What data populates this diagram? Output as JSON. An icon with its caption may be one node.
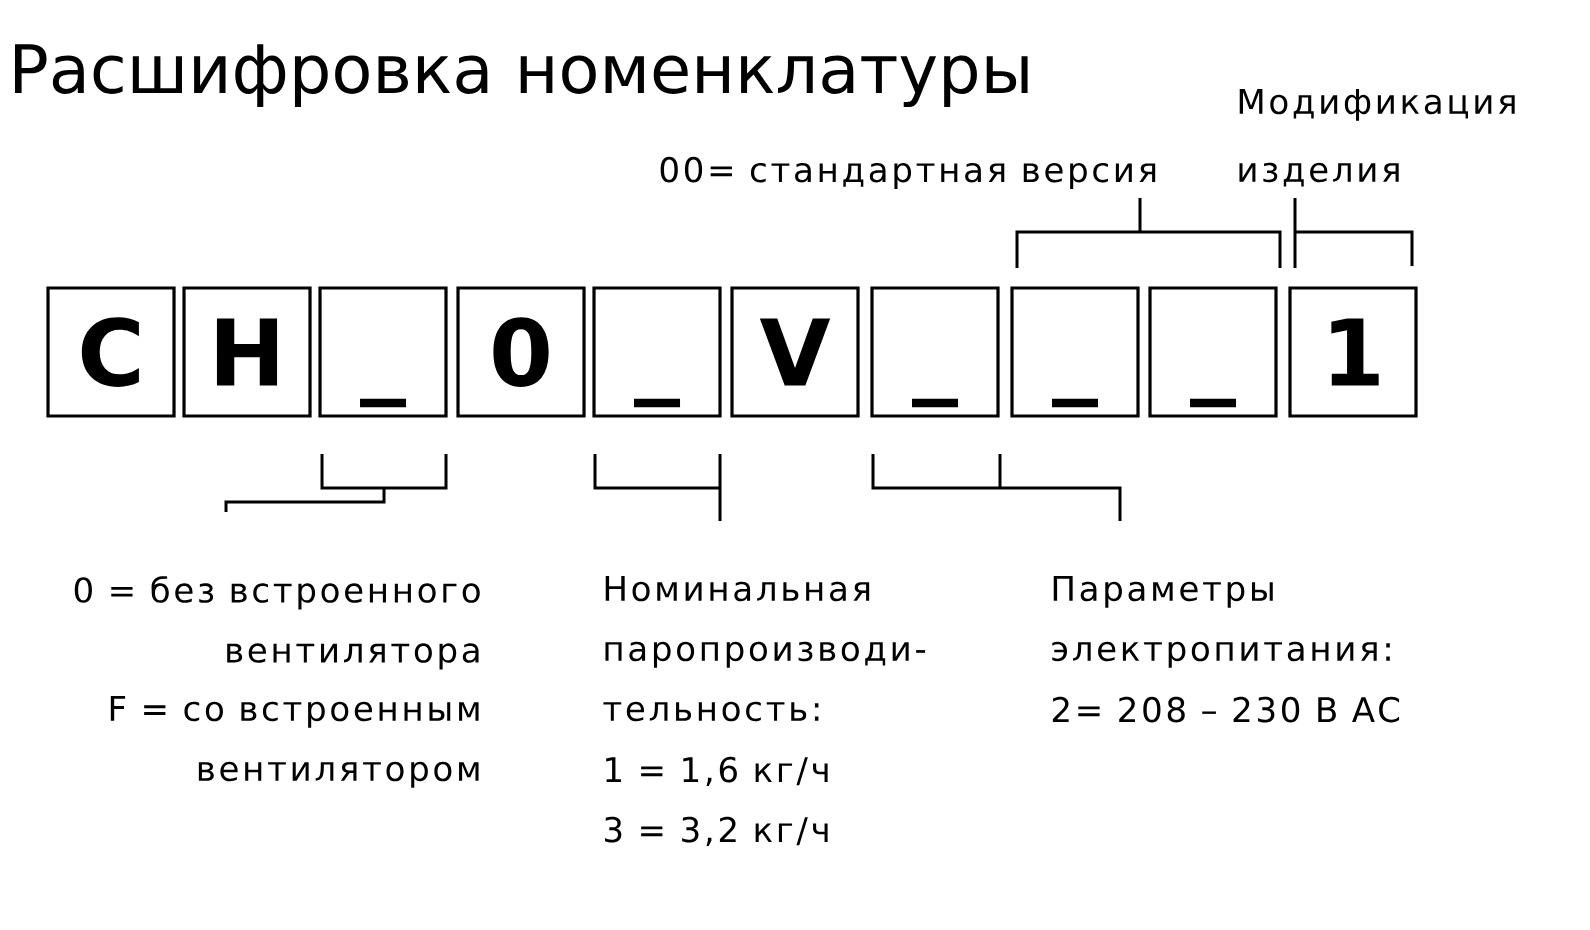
{
  "diagram": {
    "title": "Расшифровка номенклатуры",
    "nodes": [
      {
        "text": [
          "C"
        ]
      },
      {
        "text": [
          "H"
        ]
      },
      {
        "text": [
          "_"
        ]
      },
      {
        "text": [
          "0"
        ]
      },
      {
        "text": [
          "_"
        ]
      },
      {
        "text": [
          "V"
        ]
      },
      {
        "text": [
          "_"
        ]
      },
      {
        "text": [
          "_"
        ]
      },
      {
        "text": [
          "_"
        ]
      },
      {
        "text": [
          "1"
        ]
      }
    ],
    "labels": [
      "Модификация изделия",
      "00= стандартная версия",
      "0 = без встроенного вентилятора",
      "F = со встроенным вентилятором",
      "Номинальная паропроизводи- тельность:",
      "1 = 1,6 кг/ч",
      "3 = 3,2 кг/ч",
      "Параметры электропитания:",
      "2= 208 – 230 В AC"
    ]
  }
}
